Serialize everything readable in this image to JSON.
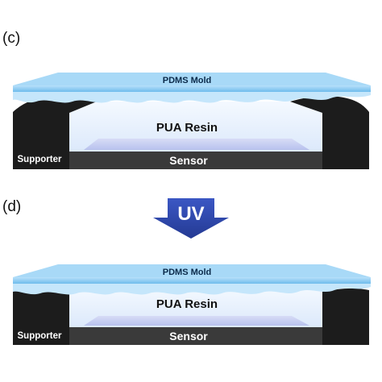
{
  "colors": {
    "mold_top": "#9fd3f5",
    "mold_side": "#5fb2e6",
    "mold_front": "#78c2ee",
    "resin": "#eaf4fd",
    "resin_sheen": "#c9d3f2",
    "sensor": "#3a3a3a",
    "supporter": "#1c1c1c",
    "uv_arrow": "#2e46a8"
  },
  "panels": [
    {
      "label": "(c)",
      "mold_label": "PDMS Mold",
      "resin_label": "PUA Resin",
      "sensor_label": "Sensor",
      "supporter_label": "Supporter"
    },
    {
      "label": "(d)",
      "mold_label": "PDMS Mold",
      "resin_label": "PUA Resin",
      "sensor_label": "Sensor",
      "supporter_label": "Supporter"
    }
  ],
  "arrow": {
    "label": "UV",
    "icon": "down-arrow-icon"
  }
}
